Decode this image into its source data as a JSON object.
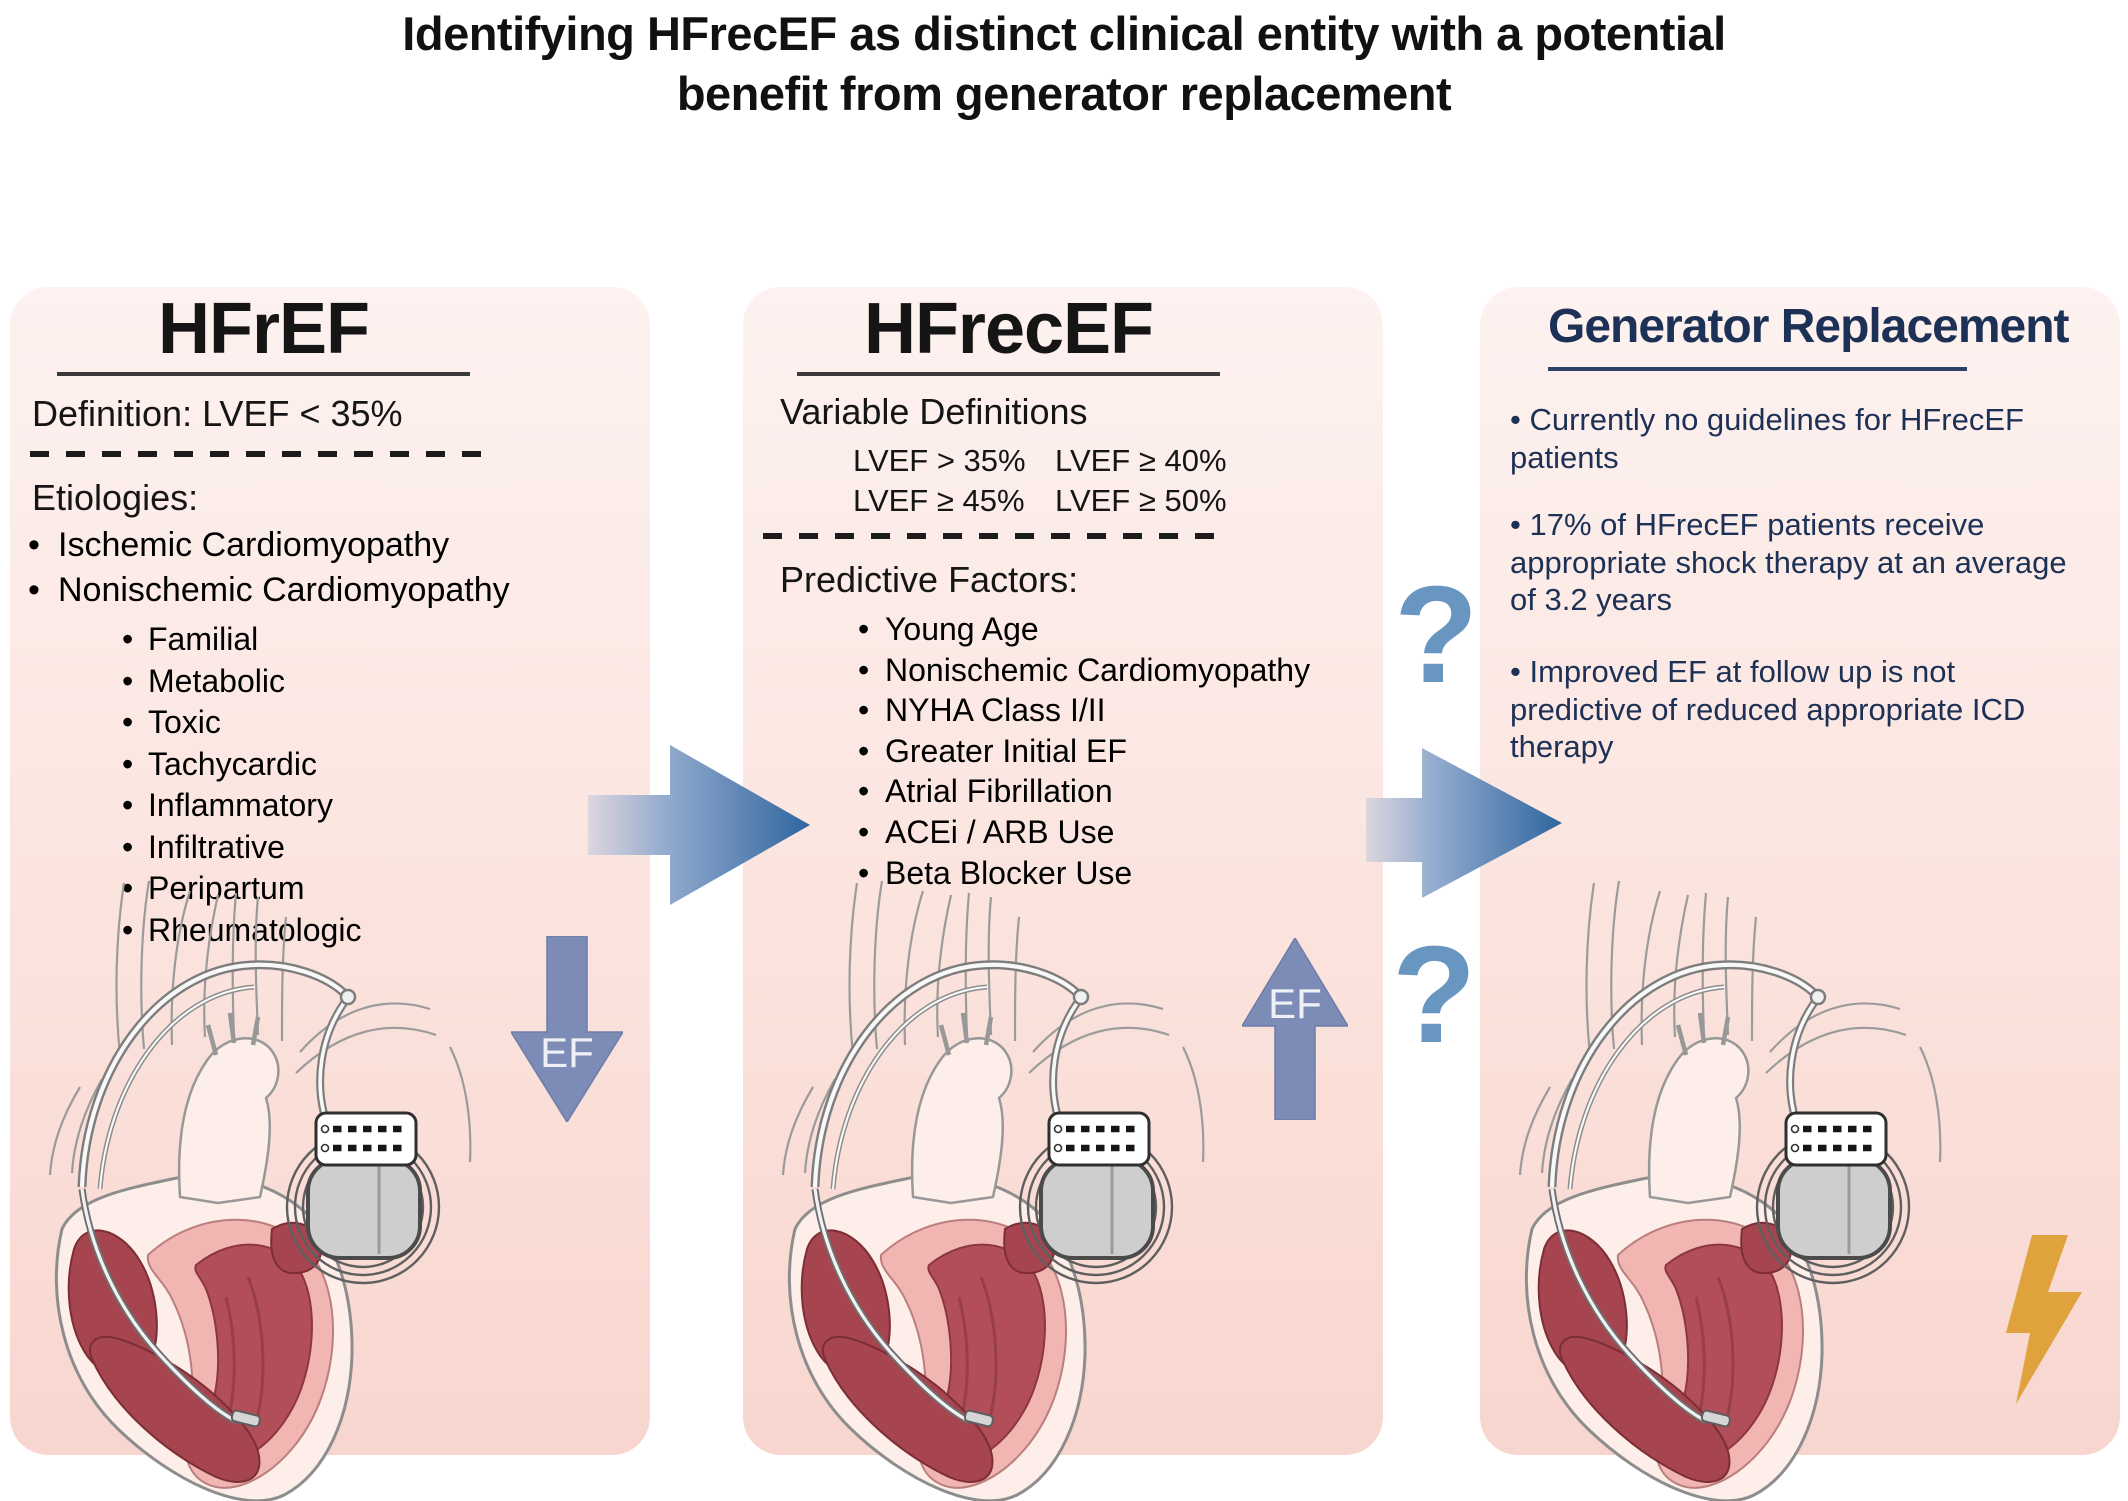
{
  "figure": {
    "title_line1": "Identifying HFrecEF as distinct clinical entity with a potential",
    "title_line2": "benefit from generator replacement"
  },
  "hfref": {
    "header": "HFrEF",
    "definition": "Definition: LVEF < 35%",
    "etiologies_label": "Etiologies:",
    "etiologies": [
      "Ischemic Cardiomyopathy",
      "Nonischemic Cardiomyopathy"
    ],
    "sub_etiologies": [
      "Familial",
      "Metabolic",
      "Toxic",
      "Tachycardic",
      "Inflammatory",
      "Infiltrative",
      "Peripartum",
      "Rheumatologic"
    ],
    "ef_label": "EF"
  },
  "hfrecef": {
    "header": "HFrecEF",
    "variable_definitions_label": "Variable Definitions",
    "lvef_definitions": [
      "LVEF > 35%",
      "LVEF ≥ 40%",
      "LVEF ≥ 45%",
      "LVEF ≥ 50%"
    ],
    "predictive_label": "Predictive Factors:",
    "predictive_factors": [
      "Young Age",
      "Nonischemic Cardiomyopathy",
      "NYHA Class I/II",
      "Greater Initial EF",
      "Atrial Fibrillation",
      "ACEi / ARB Use",
      "Beta Blocker Use"
    ],
    "ef_label": "EF"
  },
  "generator": {
    "header": "Generator Replacement",
    "bullets": [
      "Currently no guidelines for HFrecEF patients",
      "17% of HFrecEF patients receive appropriate shock therapy at an average of 3.2 years",
      "Improved EF at follow up is not predictive of reduced appropriate ICD therapy"
    ]
  },
  "connectors": {
    "question_mark": "?"
  },
  "colors": {
    "panel_pink_top": "#fdf2f0",
    "panel_pink_bottom": "#f8d6cf",
    "navy_text": "#1d3157",
    "flow_arrow_blue": "#2f669f",
    "ef_arrow_slate": "#7c8cb6",
    "question_mark_blue": "#6996c1",
    "lightning_bolt_gold": "#dfa23c",
    "heart_red_dark": "#a64550",
    "heart_red_mid": "#b24e59",
    "heart_pink_wall": "#f2b6b2"
  }
}
